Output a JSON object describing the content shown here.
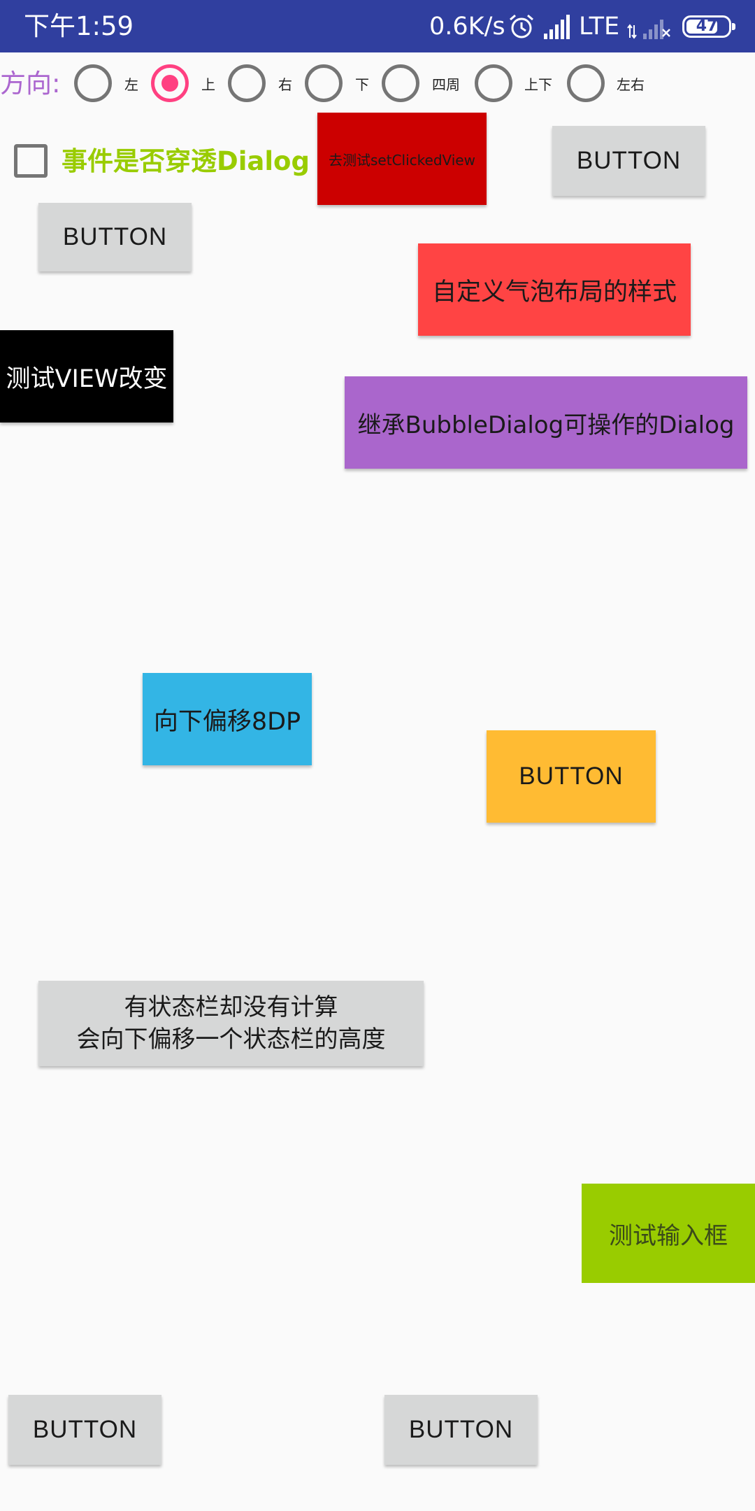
{
  "status_bar": {
    "time": "下午1:59",
    "speed": "0.6K/s",
    "network": "LTE",
    "battery": "47",
    "background_color": "#303f9f"
  },
  "direction": {
    "label": "方向:",
    "options": [
      "左",
      "上",
      "右",
      "下",
      "四周",
      "上下",
      "左右"
    ],
    "selected": "上",
    "accent_color": "#ff4081"
  },
  "passthrough_checkbox": {
    "label": "事件是否穿透Dialog",
    "checked": false
  },
  "buttons": {
    "set_clicked_view": "去测试setClickedView",
    "button_top_right": "BUTTON",
    "button_left": "BUTTON",
    "custom_bubble": "自定义气泡布局的样式",
    "test_view": "测试VIEW改变",
    "inherit_dialog": "继承BubbleDialog可操作的Dialog",
    "offset_8dp": "向下偏移8DP",
    "button_orange": "BUTTON",
    "status_bar_line1": "有状态栏却没有计算",
    "status_bar_line2": "会向下偏移一个状态栏的高度",
    "test_input": "测试输入框",
    "button_bottom_left": "BUTTON",
    "button_bottom_center": "BUTTON"
  },
  "colors": {
    "red_dark": "#cc0000",
    "red": "#ff4444",
    "black": "#000000",
    "purple": "#aa66cc",
    "blue": "#33b5e5",
    "orange": "#ffbb33",
    "green": "#99cc00",
    "gray_button": "#d6d7d7"
  }
}
